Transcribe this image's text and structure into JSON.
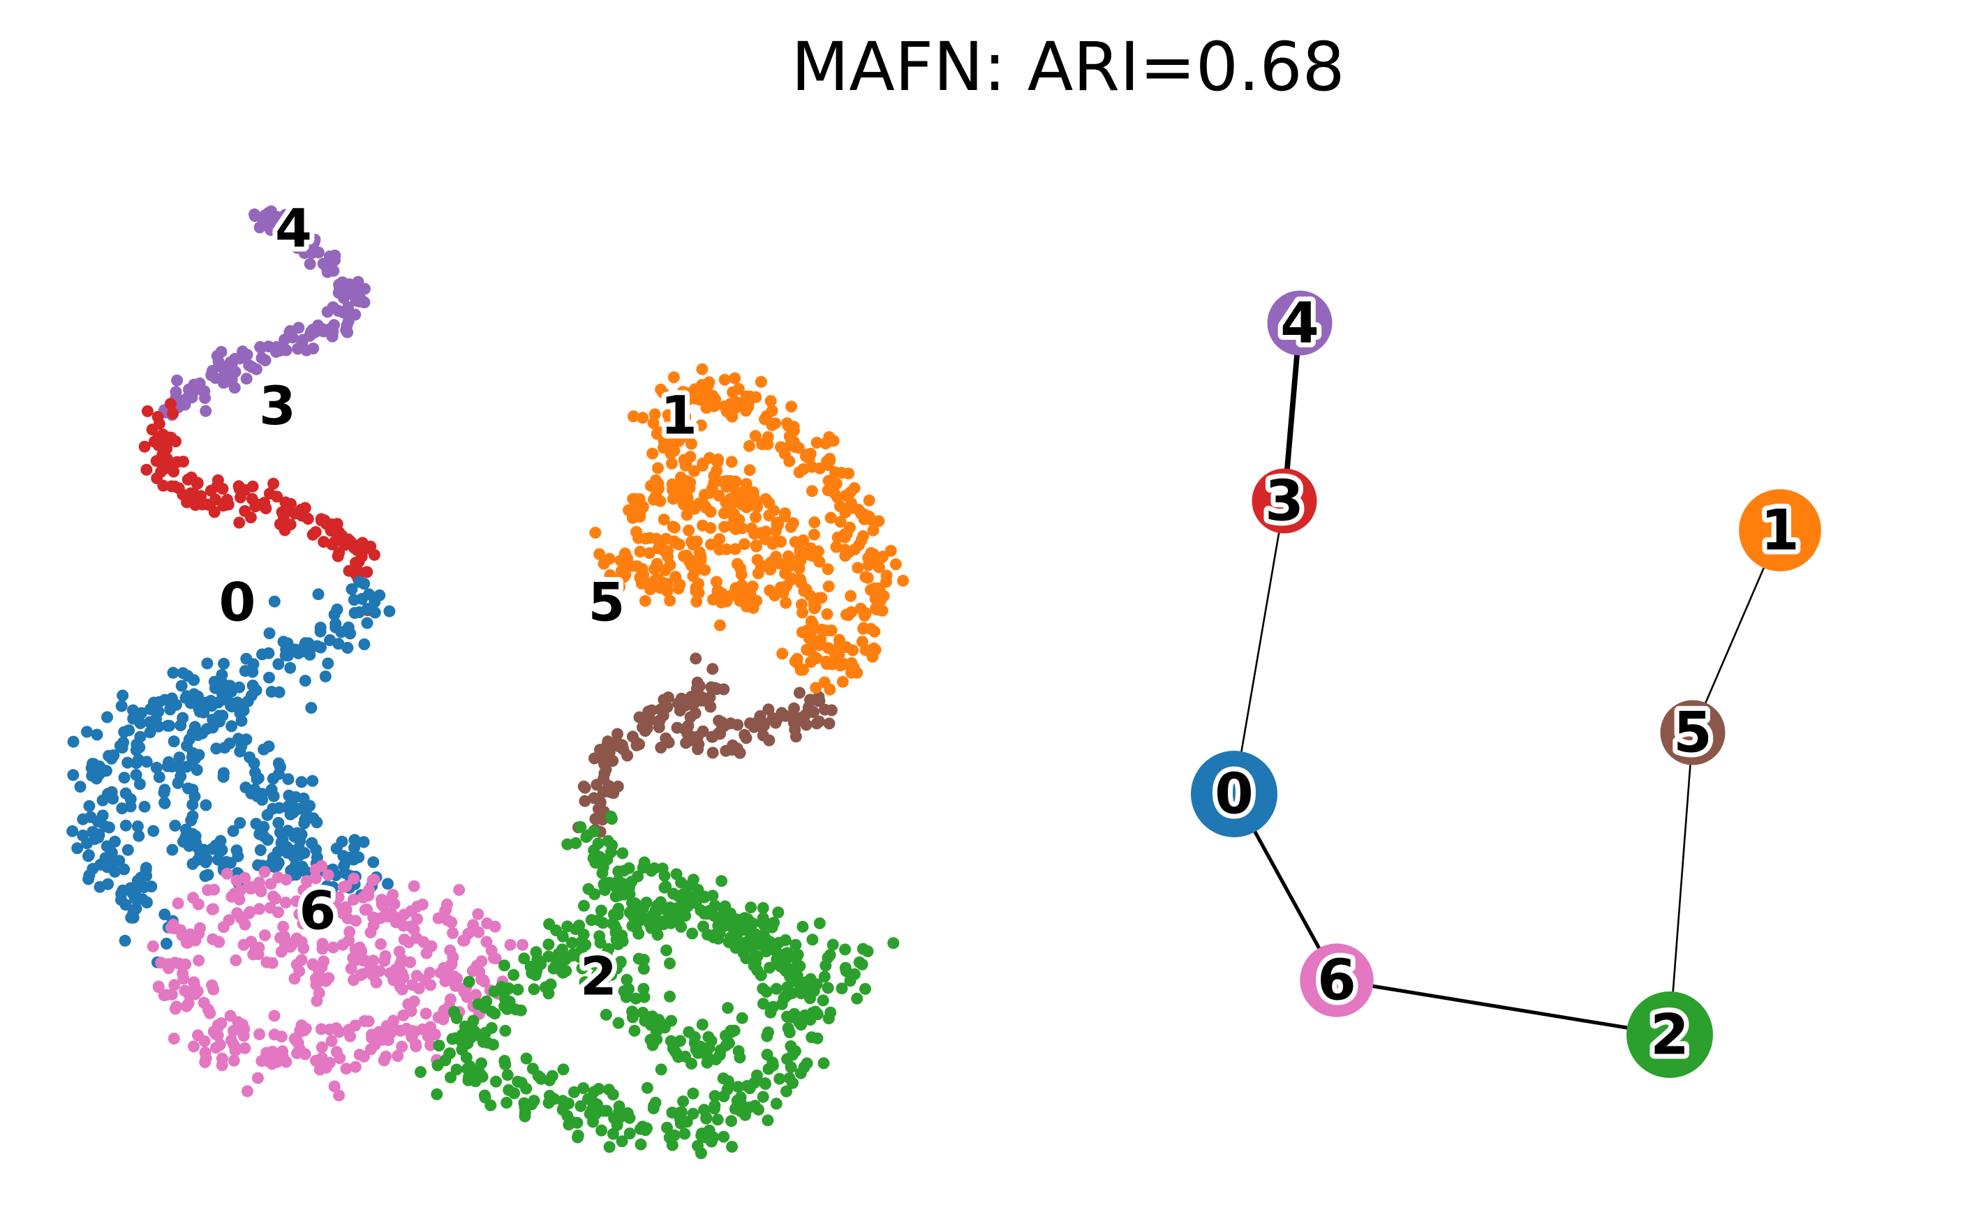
{
  "title": "MAFN: ARI=0.68",
  "chart_data": [
    {
      "type": "scatter",
      "title": "MAFN: ARI=0.68",
      "xlabel": "",
      "ylabel": "",
      "axes_visible": false,
      "legend": "none",
      "clusters": [
        {
          "label": "0",
          "color": "#1f77b4",
          "center": [
            0.2,
            0.58
          ]
        },
        {
          "label": "1",
          "color": "#ff7f0e",
          "center": [
            0.75,
            0.78
          ]
        },
        {
          "label": "2",
          "color": "#2ca02c",
          "center": [
            0.65,
            0.18
          ]
        },
        {
          "label": "3",
          "color": "#d62728",
          "center": [
            0.25,
            0.79
          ]
        },
        {
          "label": "4",
          "color": "#9467bd",
          "center": [
            0.27,
            0.98
          ]
        },
        {
          "label": "5",
          "color": "#8c564b",
          "center": [
            0.66,
            0.58
          ]
        },
        {
          "label": "6",
          "color": "#e377c2",
          "center": [
            0.3,
            0.25
          ]
        }
      ]
    },
    {
      "type": "graph",
      "nodes": [
        {
          "label": "0",
          "color": "#1f77b4",
          "size": 1.0
        },
        {
          "label": "1",
          "color": "#ff7f0e",
          "size": 0.95
        },
        {
          "label": "2",
          "color": "#2ca02c",
          "size": 1.0
        },
        {
          "label": "3",
          "color": "#d62728",
          "size": 0.75
        },
        {
          "label": "4",
          "color": "#9467bd",
          "size": 0.75
        },
        {
          "label": "5",
          "color": "#8c564b",
          "size": 0.75
        },
        {
          "label": "6",
          "color": "#e377c2",
          "size": 0.85
        }
      ],
      "edges": [
        {
          "source": "4",
          "target": "3",
          "weight": 3
        },
        {
          "source": "3",
          "target": "0",
          "weight": 1
        },
        {
          "source": "0",
          "target": "6",
          "weight": 2
        },
        {
          "source": "6",
          "target": "2",
          "weight": 2
        },
        {
          "source": "2",
          "target": "5",
          "weight": 1
        },
        {
          "source": "5",
          "target": "1",
          "weight": 1
        }
      ]
    }
  ]
}
